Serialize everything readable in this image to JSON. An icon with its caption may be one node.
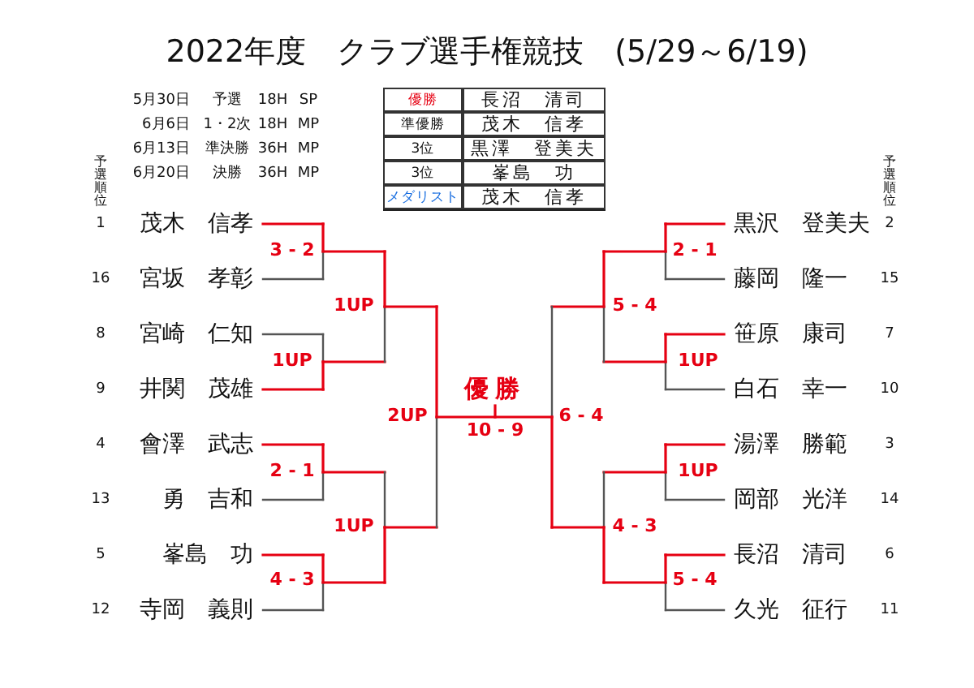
{
  "diagram": {
    "title": "2022年度　クラブ選手権競技　(5/29～6/19)",
    "labels": [
      "5月30日",
      "予選",
      "18H",
      "SP",
      "6月6日",
      "1・2次",
      "18H",
      "MP",
      "6月13日",
      "準決勝",
      "36H",
      "MP",
      "6月20日",
      "決勝",
      "36H",
      "MP",
      "優勝",
      "長沼　清司",
      "準優勝",
      "茂木　信孝",
      "3位",
      "黒澤　登美夫",
      "3位",
      "峯島　功",
      "メダリスト",
      "茂木　信孝",
      "予選順位",
      "予選順位",
      "1",
      "茂木　信孝",
      "16",
      "宮坂　孝彰",
      "8",
      "宮崎　仁知",
      "9",
      "井関　茂雄",
      "4",
      "會澤　武志",
      "13",
      "勇　吉和",
      "5",
      "峯島　功",
      "12",
      "寺岡　義則",
      "黒沢　登美夫",
      "2",
      "藤岡　隆一",
      "15",
      "笹原　康司",
      "7",
      "白石　幸一",
      "10",
      "湯澤　勝範",
      "3",
      "岡部　光洋",
      "14",
      "長沼　清司",
      "6",
      "久光　征行",
      "11",
      "3 - 2",
      "2 - 1",
      "1UP",
      "5 - 4",
      "1UP",
      "1UP",
      "優勝",
      "2UP",
      "6 - 4",
      "10 - 9",
      "2 - 1",
      "1UP",
      "1UP",
      "4 - 3",
      "4 - 3",
      "5 - 4"
    ]
  }
}
